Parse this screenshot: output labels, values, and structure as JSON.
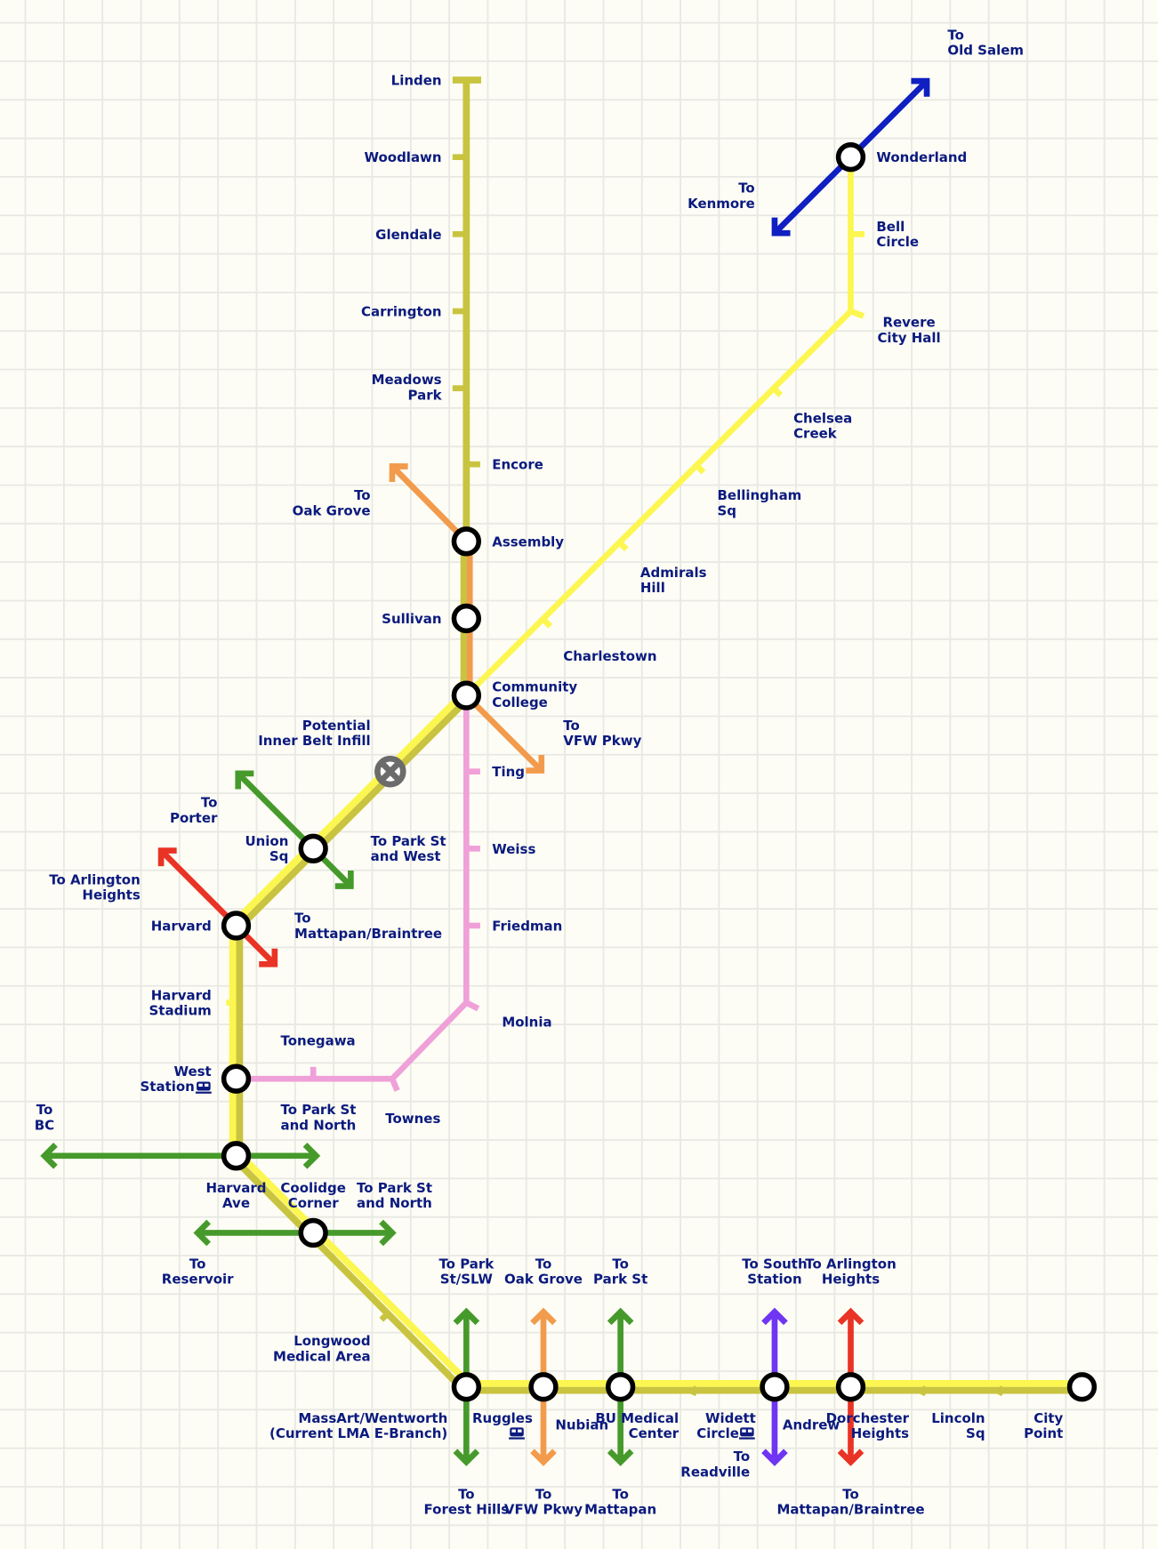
{
  "title": "Transit network map",
  "colors": {
    "background": "#fdfdf5",
    "grid": "#e8e8e4",
    "text": "#0b1a7e",
    "yellow": "#fcf650",
    "olive": "#c9c440",
    "orange": "#f29b4c",
    "pink": "#f0a0d8",
    "green": "#469a2b",
    "red": "#e93325",
    "blue": "#0f1fc2",
    "purple": "#6f35f2",
    "infill": "#6b6b6b"
  },
  "labels": {
    "linden": [
      "Linden"
    ],
    "woodlawn": [
      "Woodlawn"
    ],
    "glendale": [
      "Glendale"
    ],
    "carrington": [
      "Carrington"
    ],
    "meadows": [
      "Meadows",
      "Park"
    ],
    "encore": [
      "Encore"
    ],
    "to_oak_grove_n": [
      "To",
      "Oak Grove"
    ],
    "assembly": [
      "Assembly"
    ],
    "sullivan": [
      "Sullivan"
    ],
    "community": [
      "Community",
      "College"
    ],
    "to_vfw_n": [
      "To",
      "VFW Pkwy"
    ],
    "infill": [
      "Potential",
      "Inner Belt Infill"
    ],
    "ting": [
      "Ting"
    ],
    "weiss": [
      "Weiss"
    ],
    "friedman": [
      "Friedman"
    ],
    "molnia": [
      "Molnia"
    ],
    "tonegawa": [
      "Tonegawa"
    ],
    "townes": [
      "Townes"
    ],
    "west_station": [
      "West",
      "Station"
    ],
    "harvard_stadium": [
      "Harvard",
      "Stadium"
    ],
    "harvard": [
      "Harvard"
    ],
    "to_arlington_w": [
      "To Arlington",
      "Heights"
    ],
    "to_porter": [
      "To",
      "Porter"
    ],
    "union_sq": [
      "Union",
      "Sq"
    ],
    "to_park_west": [
      "To Park St",
      "and West"
    ],
    "to_mattapan_w": [
      "To",
      "Mattapan/Braintree"
    ],
    "to_bc": [
      "To",
      "BC"
    ],
    "to_park_north_1": [
      "To Park St",
      "and North"
    ],
    "harvard_ave": [
      "Harvard",
      "Ave"
    ],
    "coolidge": [
      "Coolidge",
      "Corner"
    ],
    "to_park_north_2": [
      "To Park St",
      "and North"
    ],
    "to_reservoir": [
      "To",
      "Reservoir"
    ],
    "longwood": [
      "Longwood",
      "Medical Area"
    ],
    "to_park_slw": [
      "To Park",
      "St/SLW"
    ],
    "to_oak_grove_s": [
      "To",
      "Oak Grove"
    ],
    "to_park_st": [
      "To",
      "Park St"
    ],
    "to_south_station": [
      "To South",
      "Station"
    ],
    "to_arlington_s": [
      "To Arlington",
      "Heights"
    ],
    "massart": [
      "MassArt/Wentworth",
      "(Current LMA E-Branch)"
    ],
    "ruggles": [
      "Ruggles"
    ],
    "nubian": [
      "Nubian"
    ],
    "bu_medical": [
      "BU Medical",
      "Center"
    ],
    "widett": [
      "Widett",
      "Circle"
    ],
    "andrew": [
      "Andrew"
    ],
    "dorchester": [
      "Dorchester",
      "Heights"
    ],
    "lincoln": [
      "Lincoln",
      "Sq"
    ],
    "city_point": [
      "City",
      "Point"
    ],
    "to_readville": [
      "To",
      "Readville"
    ],
    "to_forest_hills": [
      "To",
      "Forest Hills"
    ],
    "to_vfw_s": [
      "To",
      "VFW Pkwy"
    ],
    "to_mattapan": [
      "To",
      "Mattapan"
    ],
    "to_mattapan_s": [
      "To",
      "Mattapan/Braintree"
    ],
    "wonderland": [
      "Wonderland"
    ],
    "to_old_salem": [
      "To",
      "Old Salem"
    ],
    "to_kenmore": [
      "To",
      "Kenmore"
    ],
    "bell_circle": [
      "Bell",
      "Circle"
    ],
    "revere": [
      "Revere",
      "City Hall"
    ],
    "chelsea": [
      "Chelsea",
      "Creek"
    ],
    "bellingham": [
      "Bellingham",
      "Sq"
    ],
    "admirals": [
      "Admirals",
      "Hill"
    ],
    "charlestown": [
      "Charlestown"
    ]
  },
  "icons": {
    "station": "circle-station-icon",
    "infill": "x-circle-icon",
    "rail": "train-icon"
  }
}
